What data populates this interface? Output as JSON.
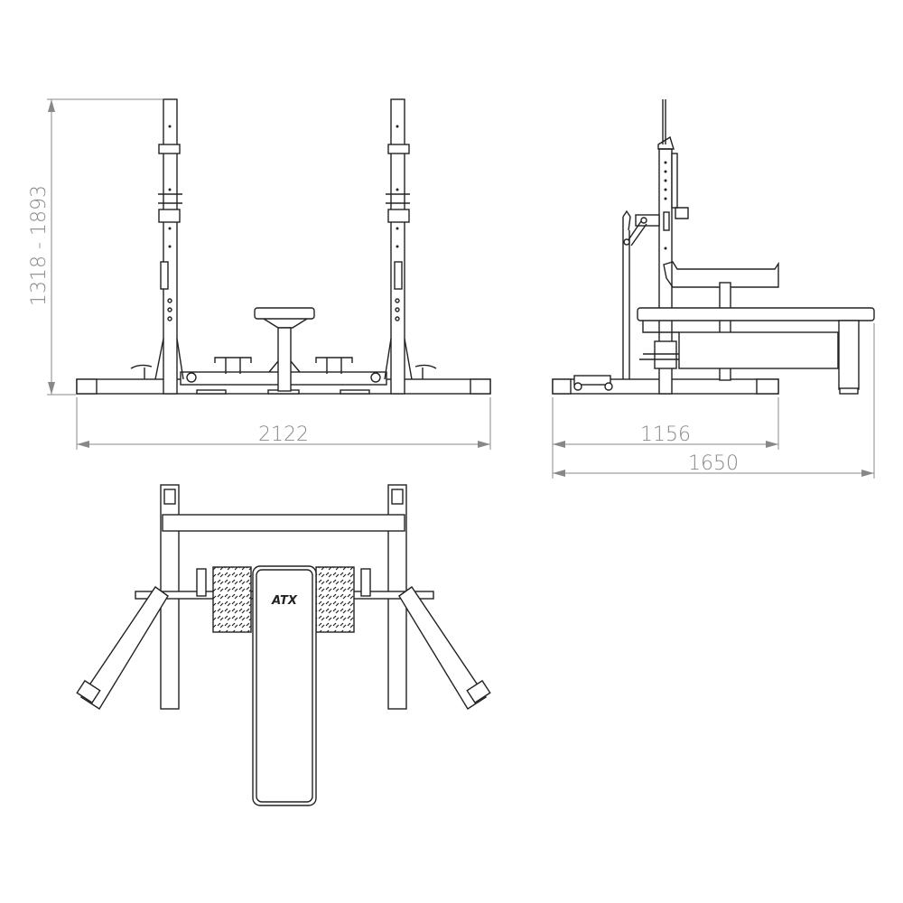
{
  "dimensions": {
    "height_range": "1318 - 1893",
    "front_width": "2122",
    "side_base_depth": "1156",
    "side_total_depth": "1650"
  },
  "brand": {
    "logo_text": "ATX"
  },
  "colors": {
    "line": "#222222",
    "dimension": "#888888",
    "background": "#ffffff"
  }
}
